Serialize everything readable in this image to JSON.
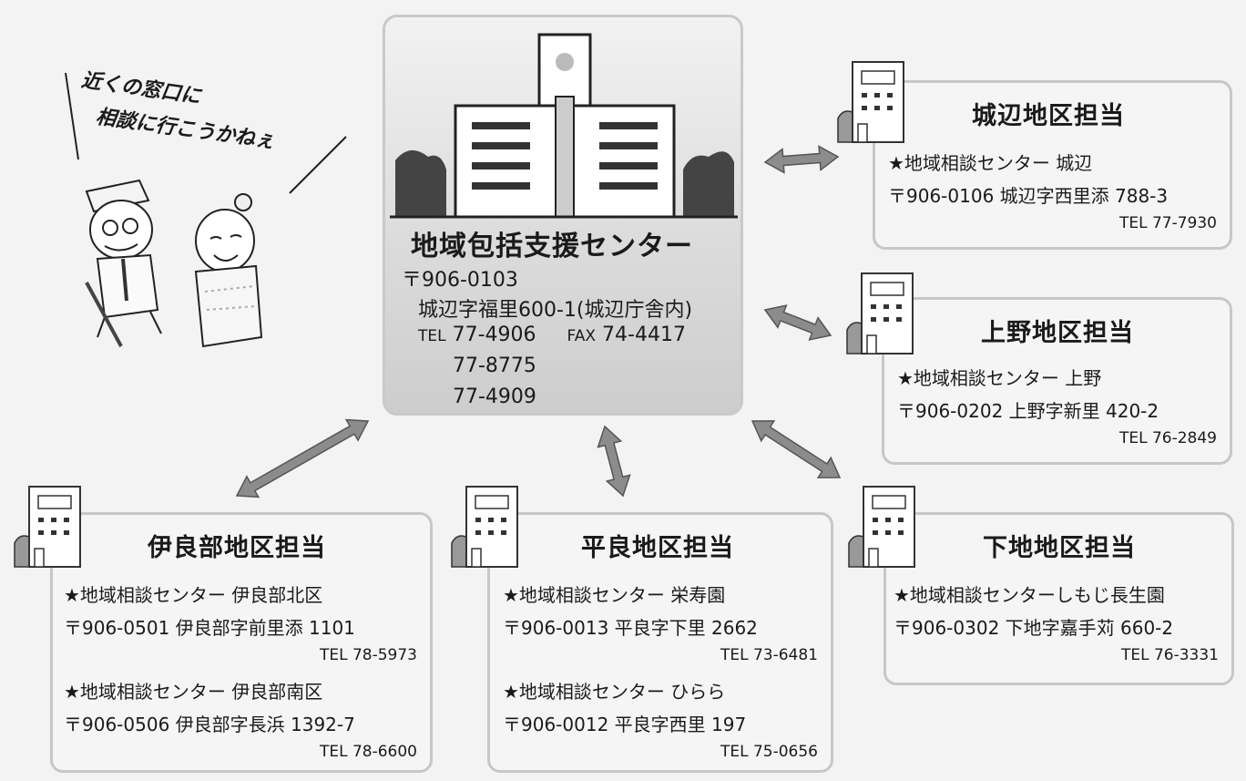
{
  "speech": {
    "line1": "近くの窓口に",
    "line2": "相談に行こうかねぇ"
  },
  "center": {
    "title": "地域包括支援センター",
    "postal": "〒906-0103",
    "address": "城辺字福里600-1(城辺庁舎内)",
    "tel_label": "TEL",
    "tel1": "77-4906",
    "fax_label": "FAX",
    "fax": "74-4417",
    "tel2": "77-8775",
    "tel3": "77-4909"
  },
  "districts": {
    "gusukube": {
      "title": "城辺地区担当",
      "center": "★地域相談センター 城辺",
      "address": "〒906-0106 城辺字西里添 788-3",
      "tel": "TEL 77-7930"
    },
    "ueno": {
      "title": "上野地区担当",
      "center": "★地域相談センター 上野",
      "address": "〒906-0202 上野字新里 420-2",
      "tel": "TEL 76-2849"
    },
    "shimoji": {
      "title": "下地地区担当",
      "center": "★地域相談センターしもじ長生園",
      "address": "〒906-0302 下地字嘉手苅 660-2",
      "tel": "TEL 76-3331"
    },
    "hirara": {
      "title": "平良地区担当",
      "center1": "★地域相談センター 栄寿園",
      "address1": "〒906-0013 平良字下里 2662",
      "tel1": "TEL 73-6481",
      "center2": "★地域相談センター ひらら",
      "address2": "〒906-0012 平良字西里 197",
      "tel2": "TEL 75-0656"
    },
    "irabu": {
      "title": "伊良部地区担当",
      "center1": "★地域相談センター 伊良部北区",
      "address1": "〒906-0501 伊良部字前里添 1101",
      "tel1": "TEL 78-5973",
      "center2": "★地域相談センター 伊良部南区",
      "address2": "〒906-0506 伊良部字長浜 1392-7",
      "tel2": "TEL 78-6600"
    }
  },
  "colors": {
    "box_border": "#c7c7c7",
    "arrow_fill": "#8c8c8c",
    "building_fill": "#ffffff"
  }
}
